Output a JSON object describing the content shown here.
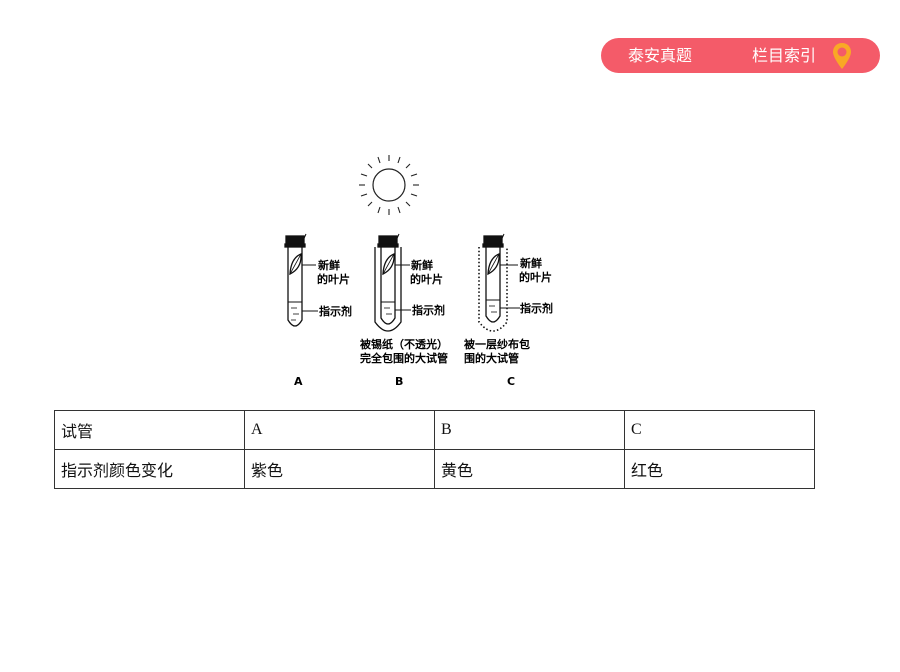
{
  "nav": {
    "real_exam_label": "泰安真题",
    "index_label": "栏目索引",
    "bg_color": "#f45b69",
    "pin_color": "#f9a825"
  },
  "figure": {
    "labels": {
      "fresh_leaf_line1": "新鲜",
      "fresh_leaf_line2": "的叶片",
      "indicator": "指示剂",
      "b_caption_line1": "被锡纸（不透光）",
      "b_caption_line2": "完全包围的大试管",
      "c_caption_line1": "被一层纱布包",
      "c_caption_line2": "围的大试管"
    },
    "tubes": [
      "A",
      "B",
      "C"
    ]
  },
  "table": {
    "header": [
      "试管",
      "A",
      "B",
      "C"
    ],
    "row": [
      "指示剂颜色变化",
      "紫色",
      "黄色",
      "红色"
    ]
  }
}
